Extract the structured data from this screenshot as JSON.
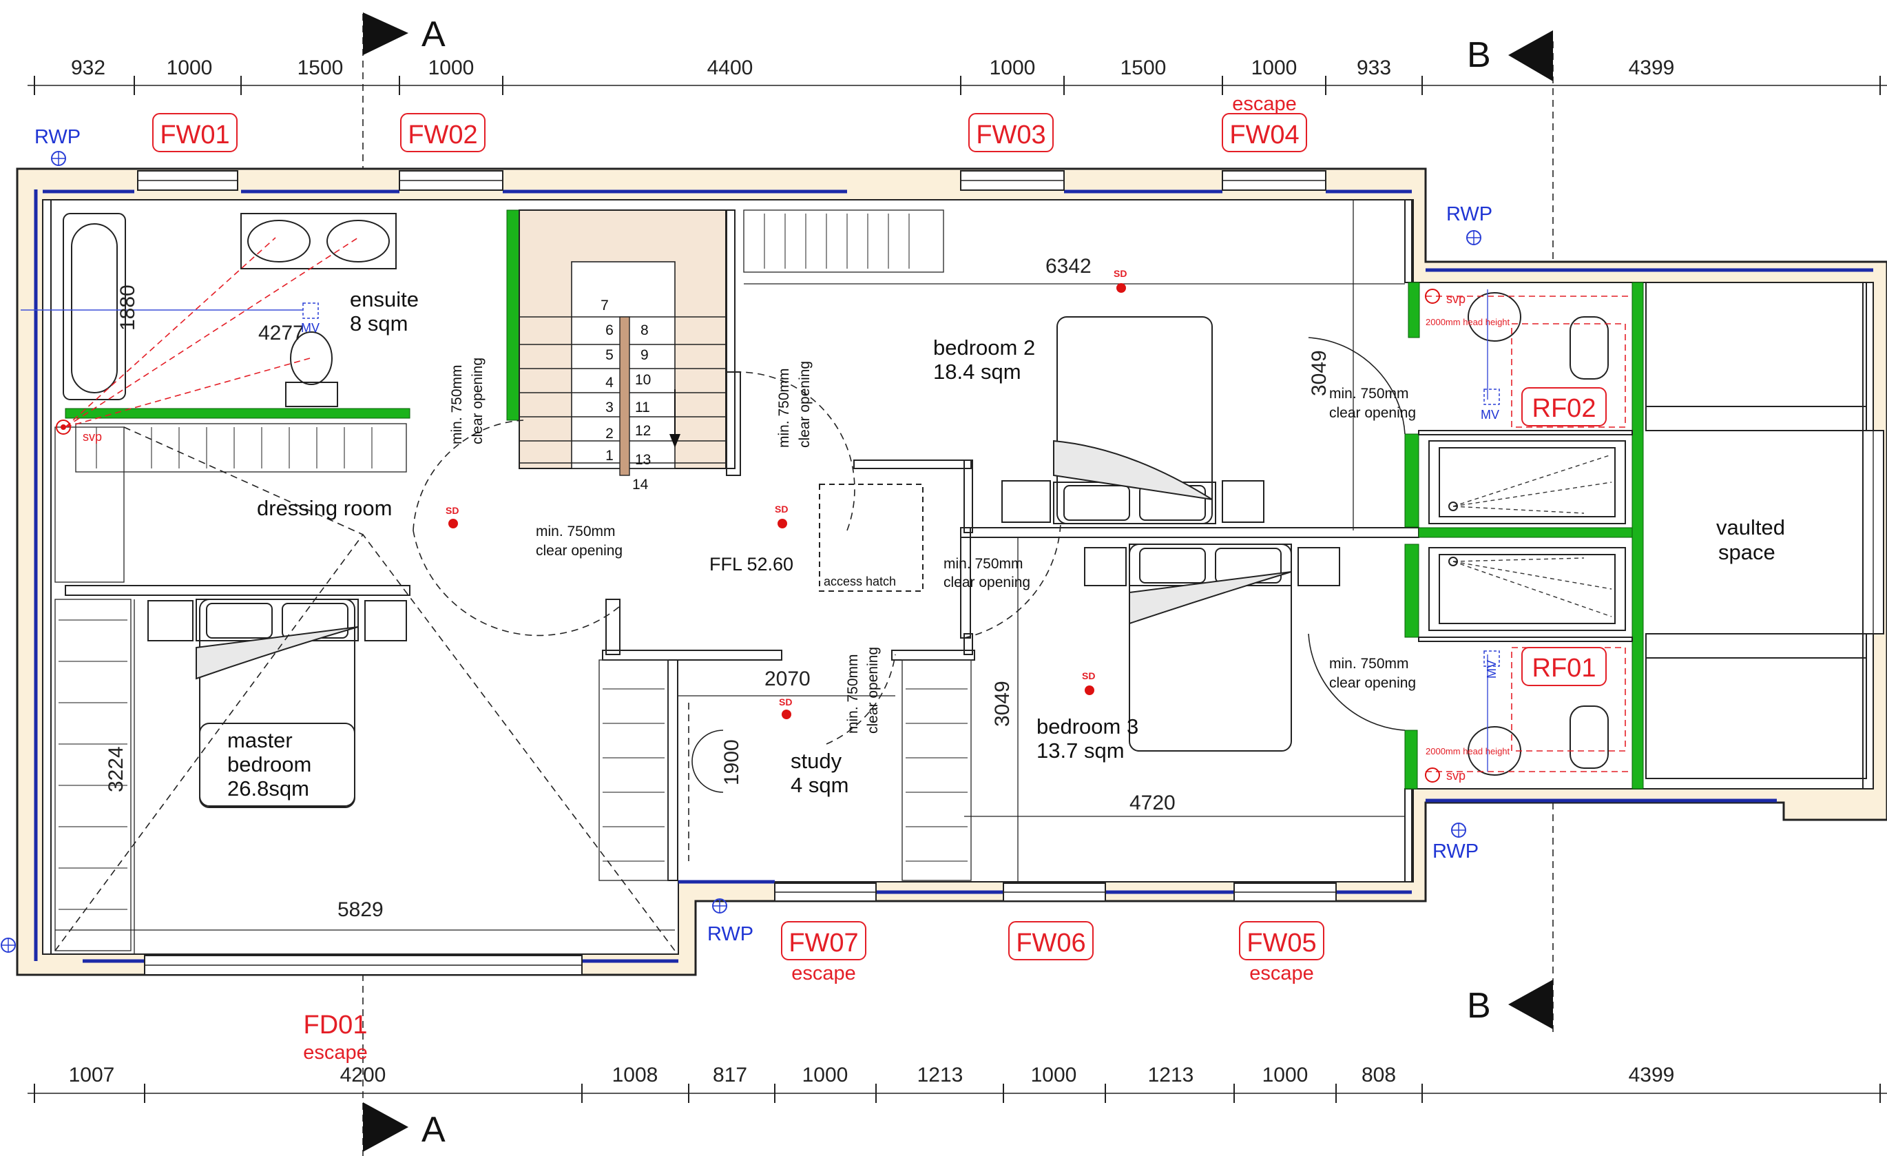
{
  "sections": {
    "a": "A",
    "b": "B"
  },
  "top_dims": [
    "932",
    "1000",
    "1500",
    "1000",
    "4400",
    "1000",
    "1500",
    "1000",
    "933",
    "4399"
  ],
  "bottom_dims": [
    "1007",
    "4200",
    "1008",
    "817",
    "1000",
    "1213",
    "1000",
    "1213",
    "1000",
    "808",
    "4399"
  ],
  "window_tags": {
    "fw01": "FW01",
    "fw02": "FW02",
    "fw03": "FW03",
    "fw04": "FW04",
    "fw05": "FW05",
    "fw06": "FW06",
    "fw07": "FW07",
    "fd01": "FD01",
    "rf01": "RF01",
    "rf02": "RF02"
  },
  "escape": "escape",
  "rwp": "RWP",
  "svp": "svp",
  "mv": "MV",
  "sd": "SD",
  "headheight": "2000mm head height",
  "rooms": {
    "ensuite": "ensuite",
    "ensuite_area": "8 sqm",
    "dressing": "dressing room",
    "master_1": "master",
    "master_2": "bedroom",
    "master_area": "26.8sqm",
    "bed2": "bedroom 2",
    "bed2_area": "18.4 sqm",
    "bed3": "bedroom 3",
    "bed3_area": "13.7 sqm",
    "study": "study",
    "study_area": "4 sqm",
    "vaulted_1": "vaulted",
    "vaulted_2": "space",
    "access_hatch": "access hatch",
    "ffl": "FFL 52.60"
  },
  "clear_1": "min. 750mm",
  "clear_2": "clear opening",
  "inner_dims": {
    "ensuite_h": "1880",
    "ensuite_w": "4277",
    "bed2_w": "6342",
    "bed2_h": "3049",
    "bed3_h": "3049",
    "bed3_w": "4720",
    "master_h": "3224",
    "master_w": "5829",
    "study_w": "2070",
    "study_h": "1900"
  },
  "stairs": [
    "7",
    "6",
    "5",
    "4",
    "3",
    "2",
    "1",
    "8",
    "9",
    "10",
    "11",
    "12",
    "13",
    "14"
  ]
}
